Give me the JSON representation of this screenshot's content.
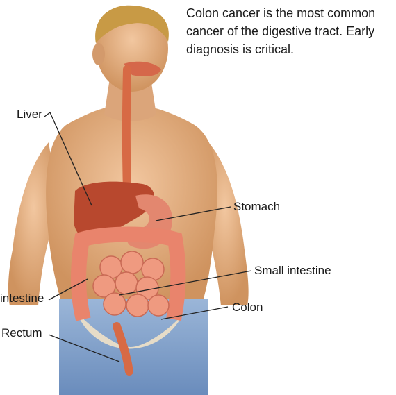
{
  "caption": "Colon cancer is the most common cancer of the digestive tract. Early diagnosis is critical.",
  "labels": {
    "liver": "Liver",
    "stomach": "Stomach",
    "small_intestine": "Small intestine",
    "large_intestine": "intestine",
    "colon": "Colon",
    "rectum": "Rectum"
  },
  "colors": {
    "skin": "#e8b48a",
    "skin_shadow": "#c98e62",
    "hair": "#c89a45",
    "organ_liver": "#b8482e",
    "organ_intestine": "#e9846c",
    "esophagus": "#d76a45",
    "pants": "#7f9fc8",
    "leader": "#222222"
  }
}
